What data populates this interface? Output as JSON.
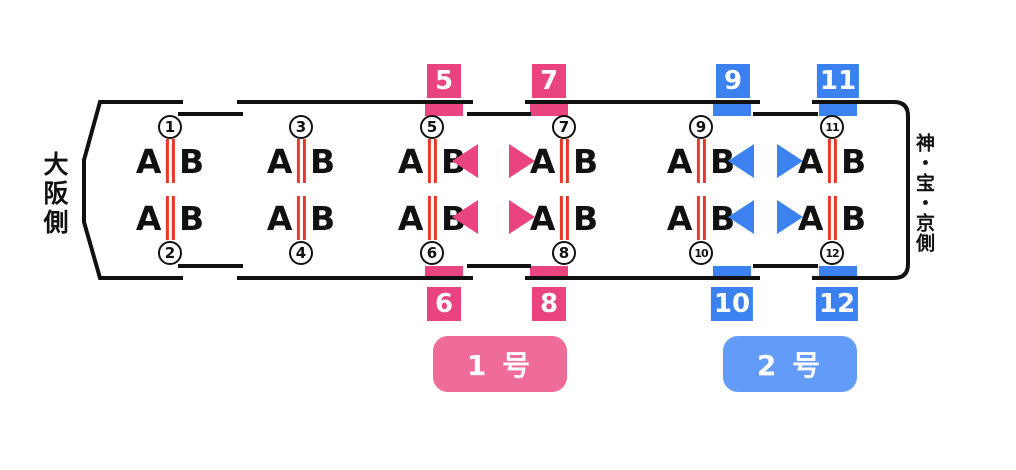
{
  "side_labels": {
    "left": "大阪側",
    "right": "神・宝・京側"
  },
  "windows": [
    {
      "number": "1",
      "a": "A",
      "b": "B"
    },
    {
      "number": "2",
      "a": "A",
      "b": "B"
    },
    {
      "number": "3",
      "a": "A",
      "b": "B"
    },
    {
      "number": "4",
      "a": "A",
      "b": "B"
    },
    {
      "number": "5",
      "a": "A",
      "b": "B"
    },
    {
      "number": "6",
      "a": "A",
      "b": "B"
    },
    {
      "number": "7",
      "a": "A",
      "b": "B"
    },
    {
      "number": "8",
      "a": "A",
      "b": "B"
    },
    {
      "number": "9",
      "a": "A",
      "b": "B"
    },
    {
      "number": "10",
      "a": "A",
      "b": "B"
    },
    {
      "number": "11",
      "a": "A",
      "b": "B"
    },
    {
      "number": "12",
      "a": "A",
      "b": "B"
    }
  ],
  "door_badges": [
    {
      "number": "5",
      "edge": "top",
      "color": "pink"
    },
    {
      "number": "7",
      "edge": "top",
      "color": "pink"
    },
    {
      "number": "9",
      "edge": "top",
      "color": "blue"
    },
    {
      "number": "11",
      "edge": "top",
      "color": "blue"
    },
    {
      "number": "6",
      "edge": "bottom",
      "color": "pink"
    },
    {
      "number": "8",
      "edge": "bottom",
      "color": "pink"
    },
    {
      "number": "10",
      "edge": "bottom",
      "color": "blue"
    },
    {
      "number": "12",
      "edge": "bottom",
      "color": "blue"
    }
  ],
  "entrance_labels": [
    {
      "text": "1 号",
      "color": "pink"
    },
    {
      "text": "2 号",
      "color": "blue"
    }
  ],
  "arrows": [
    {
      "group": "car1",
      "row": 1,
      "direction": "left",
      "color": "pink"
    },
    {
      "group": "car1",
      "row": 1,
      "direction": "right",
      "color": "pink"
    },
    {
      "group": "car1",
      "row": 2,
      "direction": "left",
      "color": "pink"
    },
    {
      "group": "car1",
      "row": 2,
      "direction": "right",
      "color": "pink"
    },
    {
      "group": "car2",
      "row": 1,
      "direction": "left",
      "color": "blue"
    },
    {
      "group": "car2",
      "row": 1,
      "direction": "right",
      "color": "blue"
    },
    {
      "group": "car2",
      "row": 2,
      "direction": "left",
      "color": "blue"
    },
    {
      "group": "car2",
      "row": 2,
      "direction": "right",
      "color": "blue"
    }
  ],
  "colors": {
    "pink": "#E9447F",
    "pink_light": "#EF6B99",
    "blue": "#3B82F0",
    "blue_light": "#639CF8",
    "red_divider": "#E8382B",
    "outline": "#111111"
  }
}
